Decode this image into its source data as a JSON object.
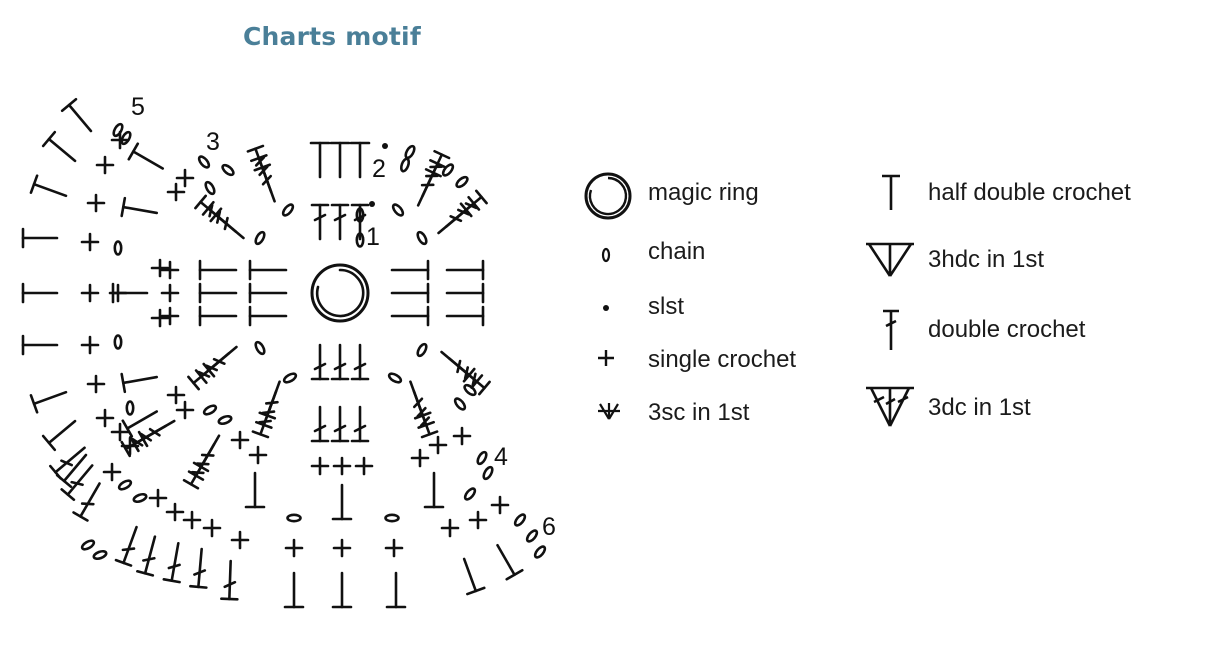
{
  "title": "Charts motif",
  "colors": {
    "title": "#4a7f98",
    "ink": "#111111"
  },
  "legend": [
    {
      "icon": "magic-ring-icon",
      "label": "magic ring"
    },
    {
      "icon": "chain-icon",
      "label": "chain"
    },
    {
      "icon": "slst-icon",
      "label": "slst"
    },
    {
      "icon": "single-crochet-icon",
      "label": "single crochet"
    },
    {
      "icon": "3sc-in-1st-icon",
      "label": "3sc in 1st"
    },
    {
      "icon": "half-double-crochet-icon",
      "label": "half double crochet"
    },
    {
      "icon": "3hdc-in-1st-icon",
      "label": "3hdc in 1st"
    },
    {
      "icon": "double-crochet-icon",
      "label": "double crochet"
    },
    {
      "icon": "3dc-in-1st-icon",
      "label": "3dc in 1st"
    }
  ],
  "round_numbers": [
    "1",
    "2",
    "3",
    "4",
    "5",
    "6"
  ]
}
